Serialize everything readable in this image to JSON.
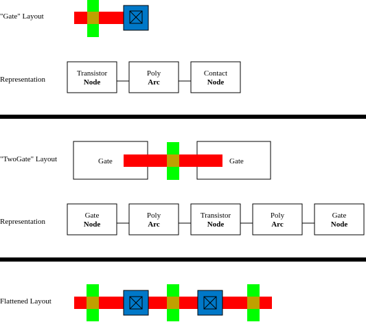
{
  "colors": {
    "poly": "#ff0000",
    "diffusion": "#00ff00",
    "overlap": "#c0a000",
    "contact": "#0078c8",
    "outline": "#000000"
  },
  "sections": {
    "gate": {
      "layout_label": "\"Gate\" Layout",
      "representation_label": "Representation",
      "boxes": [
        {
          "line1": "Transistor",
          "line2": "Node"
        },
        {
          "line1": "Poly",
          "line2": "Arc"
        },
        {
          "line1": "Contact",
          "line2": "Node"
        }
      ]
    },
    "twogate": {
      "layout_label": "\"TwoGate\" Layout",
      "left_cell_label": "Gate",
      "right_cell_label": "Gate",
      "representation_label": "Representation",
      "boxes": [
        {
          "line1": "Gate",
          "line2": "Node"
        },
        {
          "line1": "Poly",
          "line2": "Arc"
        },
        {
          "line1": "Transistor",
          "line2": "Node"
        },
        {
          "line1": "Poly",
          "line2": "Arc"
        },
        {
          "line1": "Gate",
          "line2": "Node"
        }
      ]
    },
    "flattened": {
      "layout_label": "Flattened Layout"
    }
  }
}
